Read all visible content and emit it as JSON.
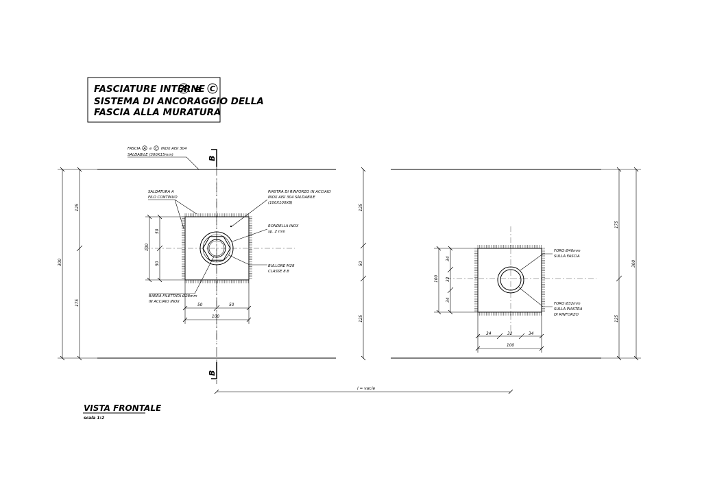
{
  "title": {
    "line1": "FASCIATURE INTERNE",
    "circle_a": "A",
    "conj": "e",
    "circle_c": "C",
    "line2": "SISTEMA DI ANCORAGGIO DELLA",
    "line3": "FASCIA ALLA MURATURA"
  },
  "left_view": {
    "note_fascia_1a": "FASCIA",
    "note_fascia_a": "A",
    "note_fascia_e": "e",
    "note_fascia_c": "C",
    "note_fascia_1b": "INOX AISI 304",
    "note_fascia_2": "SALDABILE (300X15mm)",
    "note_saldatura_1": "SALDATURA A",
    "note_saldatura_2": "FILO CONTINUO",
    "note_piastra_1": "PIASTRA DI RINFORZO IN ACCIAIO",
    "note_piastra_2": "INOX AISI 304 SALDABILE",
    "note_piastra_3": "(100X100X8)",
    "note_rondella_1": "RONDELLA INOX",
    "note_rondella_2": "sp. 2 mm",
    "note_bullone_1": "BULLONE M28",
    "note_bullone_2": "CLASSE 8.8",
    "note_barra_1": "BARRA FILETTATA Ø28mm",
    "note_barra_2": "IN ACCIAIO INOX",
    "dims": {
      "outer_300": "300",
      "upper_125": "125",
      "lower_175": "175",
      "plate_100": "100",
      "plate_50_top": "50",
      "plate_50_bottom": "50",
      "bottom_50_left": "50",
      "bottom_50_right": "50",
      "bottom_100": "100"
    }
  },
  "right_view": {
    "note_foro40_1": "FORO Ø40mm",
    "note_foro40_2": "SULLA FASCIA",
    "note_foro32_1": "FORO Ø32mm",
    "note_foro32_2": "SULLA PIASTRA",
    "note_foro32_3": "DI RINFORZO",
    "dims": {
      "outer_300": "300",
      "upper_175": "175",
      "lower_125": "125",
      "plate_100": "100",
      "plate_34_top": "34",
      "plate_32_mid": "32",
      "plate_34_bottom": "34",
      "bottom_34_left": "34",
      "bottom_32_mid": "32",
      "bottom_34_right": "34",
      "bottom_100": "100"
    }
  },
  "middle_dims": {
    "upper_125": "125",
    "mid_50": "50",
    "lower_125": "125"
  },
  "span_label": "l = var.le",
  "section": {
    "top": "B",
    "bottom": "B"
  },
  "view": {
    "name": "VISTA FRONTALE",
    "scale": "scala 1:2"
  }
}
